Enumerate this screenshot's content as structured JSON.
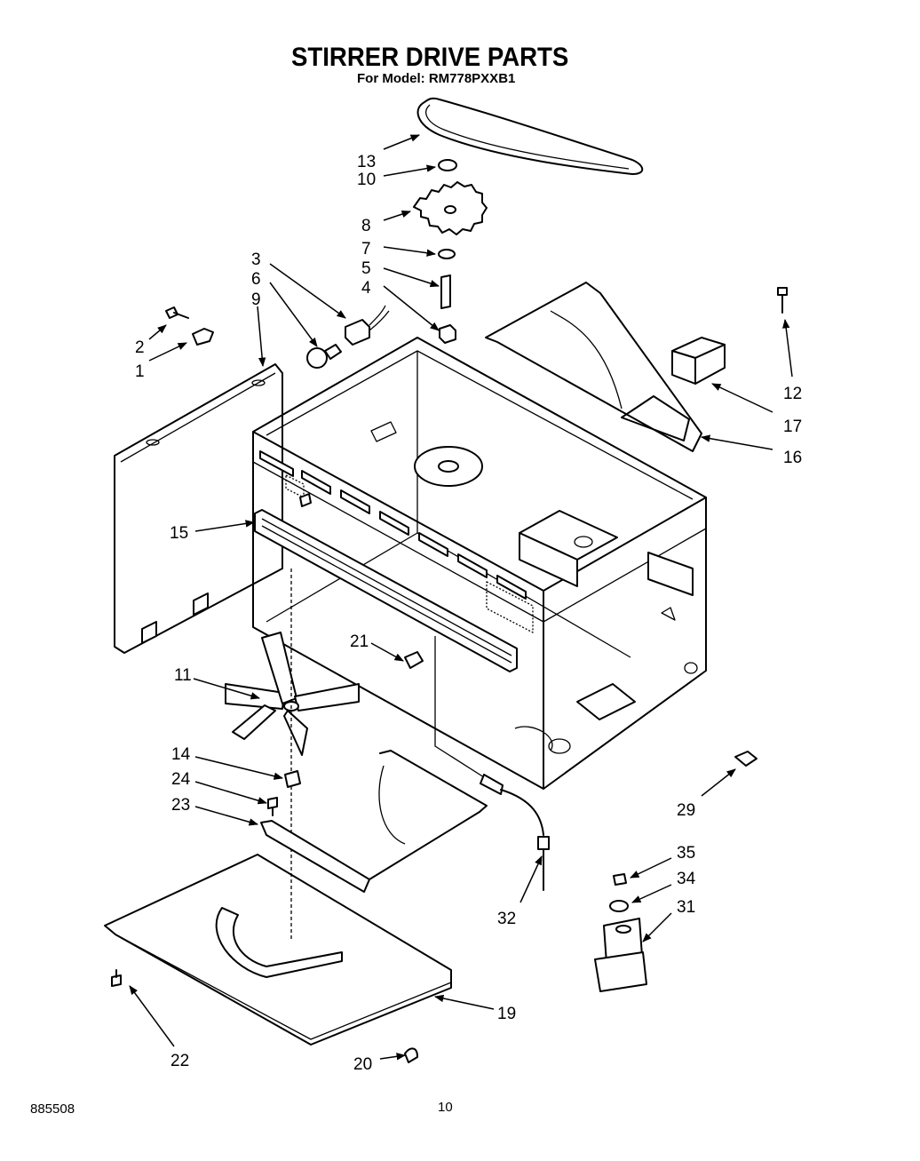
{
  "header": {
    "title": "STIRRER DRIVE PARTS",
    "subtitle": "For Model: RM778PXXB1"
  },
  "footer": {
    "code": "885508",
    "page_number": "10"
  },
  "callouts": [
    "1",
    "2",
    "3",
    "4",
    "5",
    "6",
    "7",
    "8",
    "9",
    "10",
    "11",
    "12",
    "13",
    "14",
    "15",
    "16",
    "17",
    "19",
    "20",
    "21",
    "22",
    "23",
    "24",
    "29",
    "31",
    "32",
    "34",
    "35"
  ],
  "colors": {
    "ink": "#000000",
    "paper": "#ffffff"
  }
}
